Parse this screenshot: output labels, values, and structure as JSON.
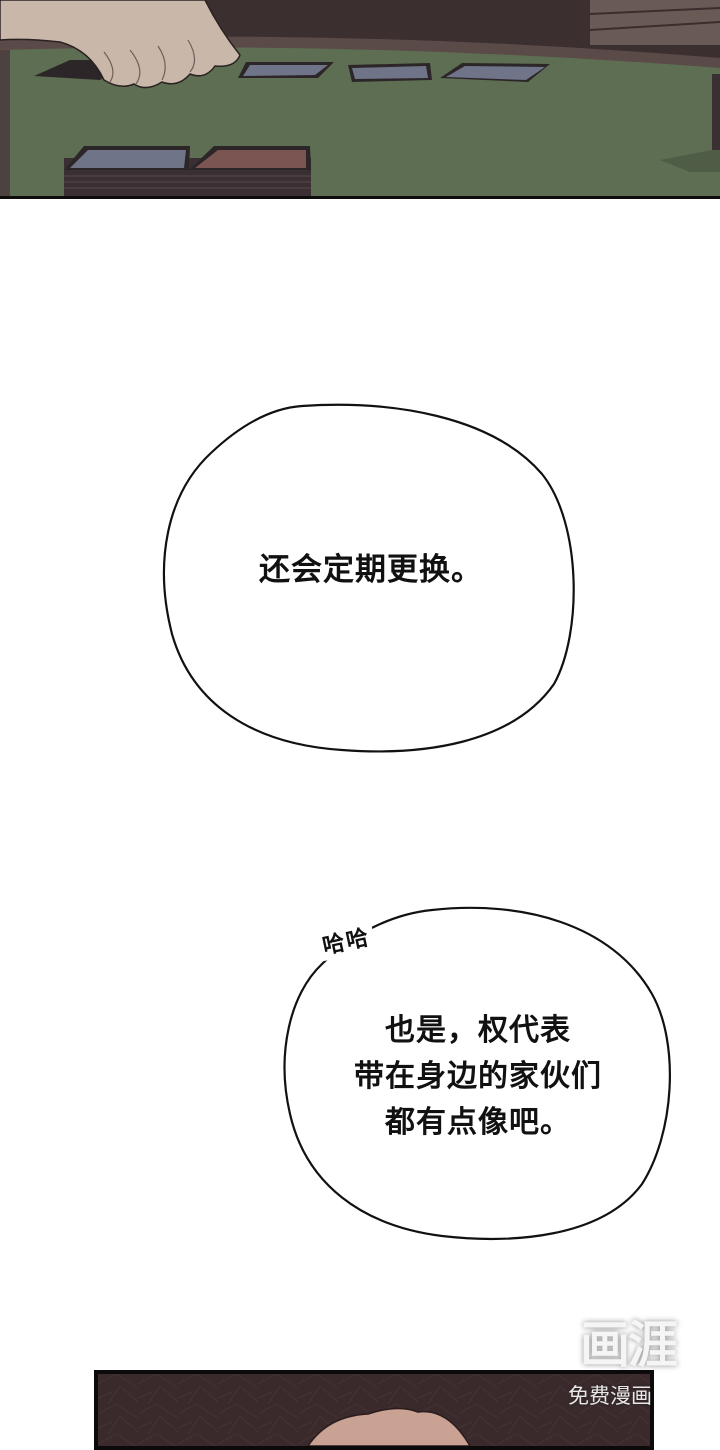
{
  "panels": {
    "top": {
      "description": "poker table with hand over cards",
      "colors": {
        "table_felt": "#5e6e52",
        "background": "#3b2f30",
        "hand": "#c9b7aa",
        "card_blue": "#6f7488",
        "card_red": "#7a5552"
      }
    },
    "bottom": {
      "description": "dark textured panel with skin-tone shape",
      "colors": {
        "background": "#3a2a2c",
        "skin": "#c9a293"
      }
    }
  },
  "bubbles": [
    {
      "lines": [
        "还会定期更换。"
      ]
    },
    {
      "lines": [
        "也是，权代表",
        "带在身边的家伙们",
        "都有点像吧。"
      ]
    }
  ],
  "sfx": {
    "text": "哈哈"
  },
  "watermark": {
    "title": "画涯",
    "subtitle": "免费漫画"
  }
}
